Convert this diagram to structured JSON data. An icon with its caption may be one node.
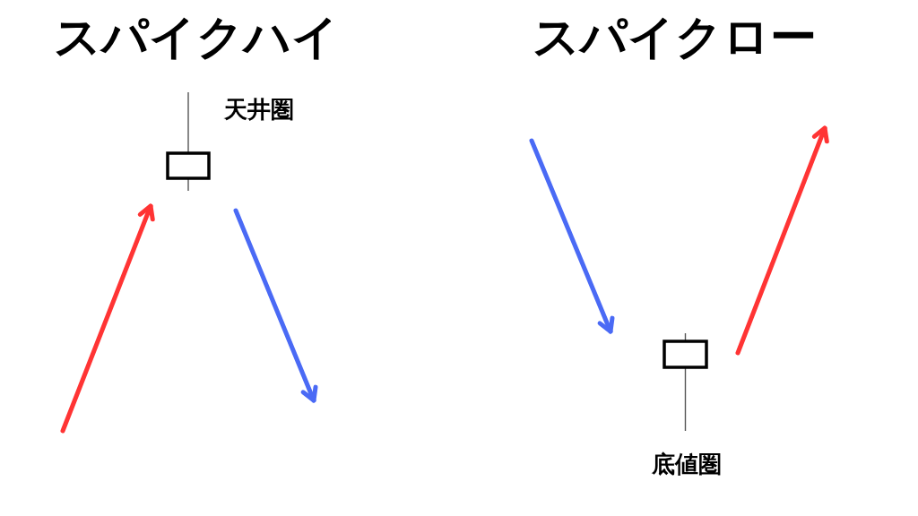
{
  "diagram": {
    "nodes": [
      {
        "text": [],
        "shape": "candlestick",
        "beside": [
          "天井圏"
        ]
      },
      {
        "text": [],
        "shape": "candlestick",
        "beside": [
          "底値圏"
        ]
      }
    ],
    "labels": [
      "スパイクハイ",
      "スパイクロー"
    ]
  }
}
